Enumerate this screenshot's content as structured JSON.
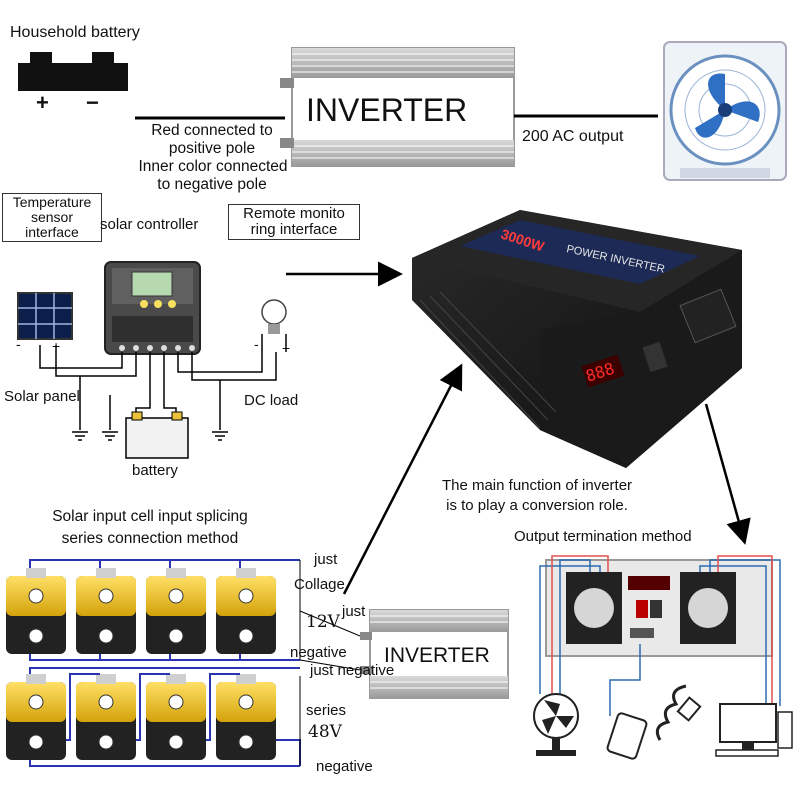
{
  "top": {
    "battery_title": "Household battery",
    "plus": "+",
    "minus": "−",
    "inverter_label": "INVERTER",
    "wire_note_1": "Red connected to",
    "wire_note_2": "positive pole",
    "wire_note_3": "Inner color connected",
    "wire_note_4": "to negative pole",
    "ac_output": "200 AC output"
  },
  "controller": {
    "temp_sensor_1": "Temperature",
    "temp_sensor_2": "sensor",
    "temp_sensor_3": "interface",
    "title": "solar controller",
    "remote_1": "Remote monito",
    "remote_2": "ring interface",
    "solar_panel": "Solar panel",
    "dc_load": "DC load",
    "battery": "battery",
    "minus": "-",
    "plus": "+"
  },
  "inverter_unit": {
    "brand_text": "3000W",
    "sub_text": "POWER INVERTER",
    "display_digits": "888"
  },
  "function_note": {
    "line1": "The main function of inverter",
    "line2": "is to play a conversion role."
  },
  "splicing": {
    "title_1": "Solar input cell input splicing",
    "title_2": "series connection method",
    "just_1": "just",
    "voltage_label": "Collage",
    "v12": "12V",
    "negative_1": "negative",
    "just_2": "just",
    "just_negative": "just negative",
    "series": "series",
    "v48": "48V",
    "negative_2": "negative",
    "inverter_label": "INVERTER"
  },
  "output": {
    "title": "Output termination method"
  }
}
